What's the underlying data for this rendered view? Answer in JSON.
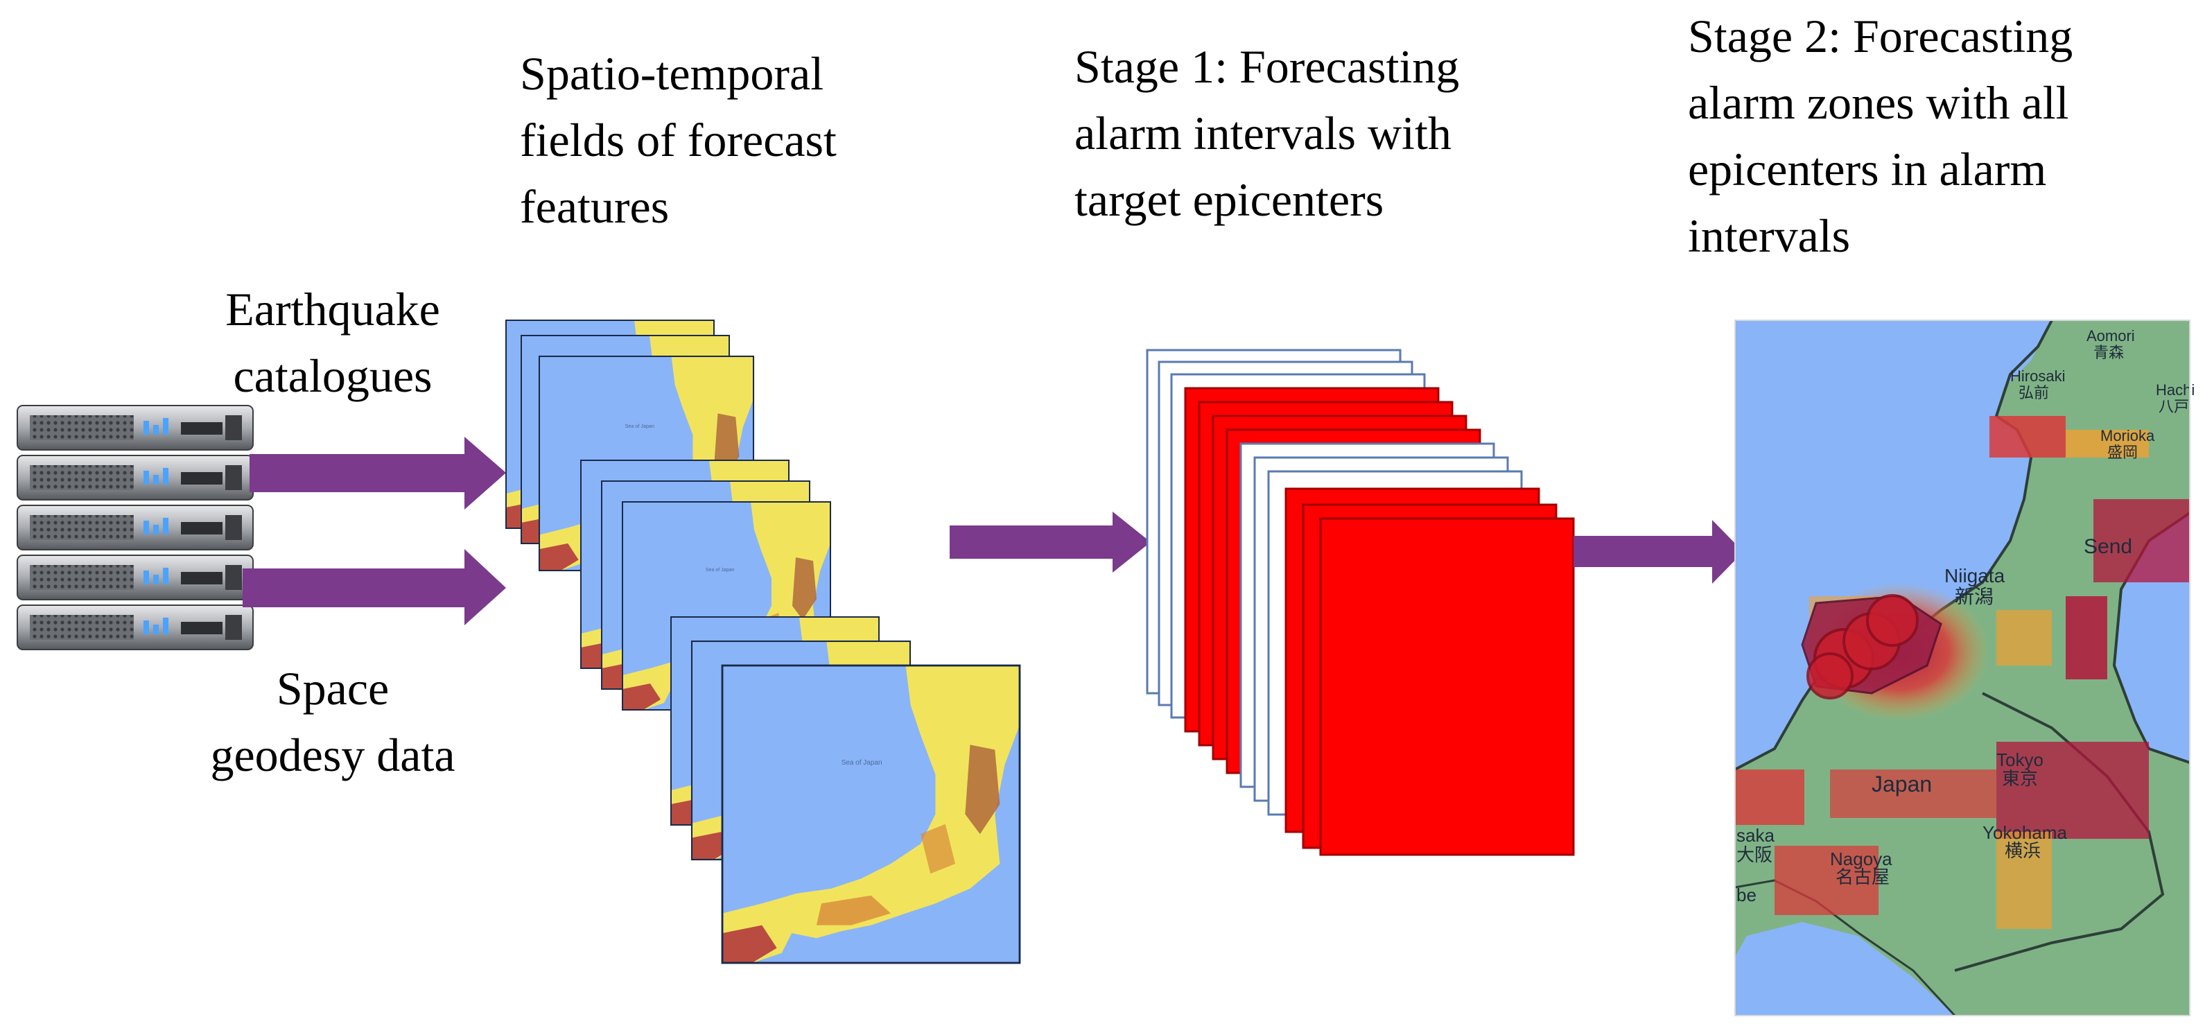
{
  "labels": {
    "features": [
      "Spatio-temporal",
      "fields of forecast",
      "features"
    ],
    "stage1": [
      "Stage 1: Forecasting",
      "alarm intervals with",
      "target epicenters"
    ],
    "stage2": [
      "Stage 2: Forecasting",
      "alarm zones with all",
      "epicenters in alarm",
      "intervals"
    ],
    "earthquake": [
      "Earthquake",
      "catalogues"
    ],
    "geodesy": [
      "Space",
      "geodesy data"
    ]
  },
  "map_labels": {
    "aomori": "Aomori",
    "aomori_jp": "青森",
    "hirosaki": "Hirosaki",
    "hirosaki_jp": "弘前",
    "hachi": "Hachi",
    "hachi_jp": "八戸",
    "morioka": "Morioka",
    "morioka_jp": "盛岡",
    "sendai": "Send",
    "niigata": "Niigata",
    "niigata_jp": "新潟",
    "japan": "Japan",
    "tokyo": "Tokyo",
    "tokyo_jp": "東京",
    "nagoya": "Nagoya",
    "nagoya_jp": "名古屋",
    "yokohama": "Yokohama",
    "yokohama_jp": "横浜",
    "osaka": "saka",
    "osaka_jp": "大阪",
    "kobe": "be"
  },
  "colors": {
    "arrow": "#7b3a8c",
    "sea": "#8ab4f8",
    "land": "#7fb386",
    "hotspot_dark": "#b3163c",
    "hotspot_mid": "#d93a3a",
    "hotspot_light": "#f0a030",
    "feature_yellow": "#f1e45c",
    "feature_brown": "#b06a3c",
    "alarm_red": "#ff0000",
    "server_body": "#5a5d62"
  },
  "icons": {
    "server": "server-rack-icon",
    "arrow": "right-arrow-icon"
  }
}
